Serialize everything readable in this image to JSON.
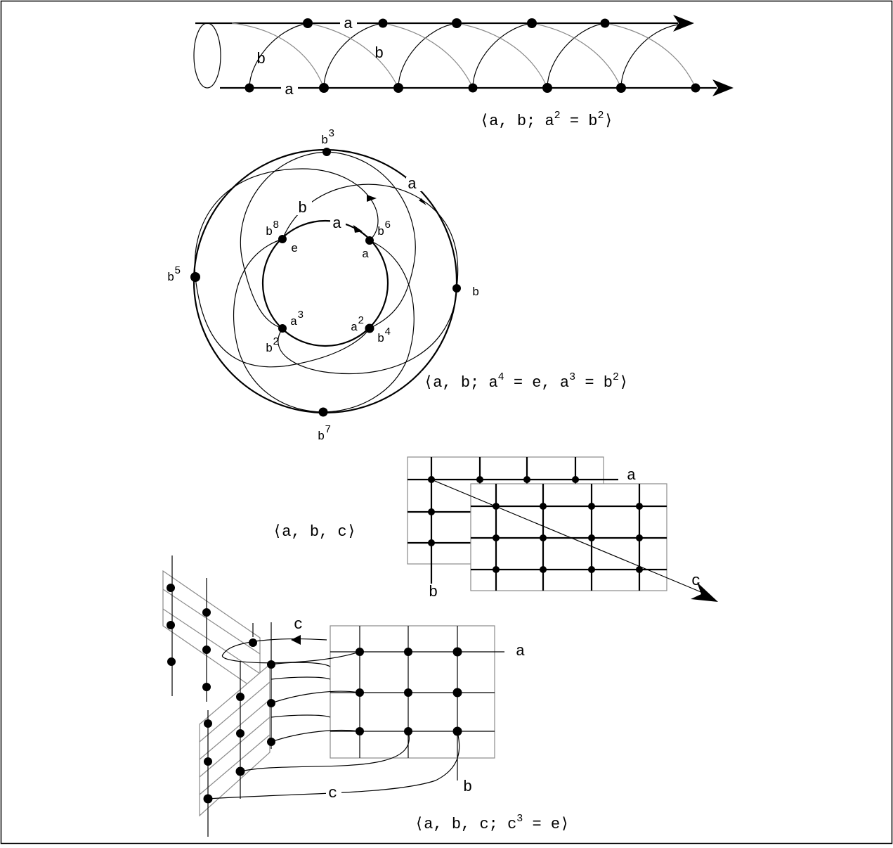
{
  "panels": {
    "cylinder": {
      "edge_labels": [
        "a",
        "a",
        "b",
        "b"
      ],
      "presentation": {
        "open": "⟨a, b; a",
        "e1": "2",
        "mid": " = b",
        "e2": "2",
        "close": "⟩"
      }
    },
    "circle": {
      "edge_labels": [
        "a",
        "a",
        "b"
      ],
      "vertex_labels": {
        "b3": {
          "base": "b",
          "exp": "3"
        },
        "b5": {
          "base": "b",
          "exp": "5"
        },
        "b7": {
          "base": "b",
          "exp": "7"
        },
        "b": {
          "base": "b",
          "exp": ""
        },
        "b8": {
          "base": "b",
          "exp": "8"
        },
        "e": {
          "base": "e",
          "exp": ""
        },
        "b6": {
          "base": "b",
          "exp": "6"
        },
        "a": {
          "base": "a",
          "exp": ""
        },
        "a3": {
          "base": "a",
          "exp": "3"
        },
        "b2": {
          "base": "b",
          "exp": "2"
        },
        "a2": {
          "base": "a",
          "exp": "2"
        },
        "b4": {
          "base": "b",
          "exp": "4"
        }
      },
      "presentation": {
        "open": "⟨a, b; a",
        "e1": "4",
        "mid": " = e, a",
        "e2": "3",
        "mid2": " = b",
        "e3": "2",
        "close": "⟩"
      }
    },
    "planes": {
      "edge_labels": {
        "a": "a",
        "b": "b",
        "c": "c"
      },
      "presentation": "⟨a, b, c⟩"
    },
    "book": {
      "edge_labels": {
        "a": "a",
        "b": "b",
        "c_top": "c",
        "c_bottom": "c"
      },
      "presentation": {
        "open": "⟨a, b, c; c",
        "e1": "3",
        "mid": " = e",
        "close": "⟩"
      }
    }
  }
}
